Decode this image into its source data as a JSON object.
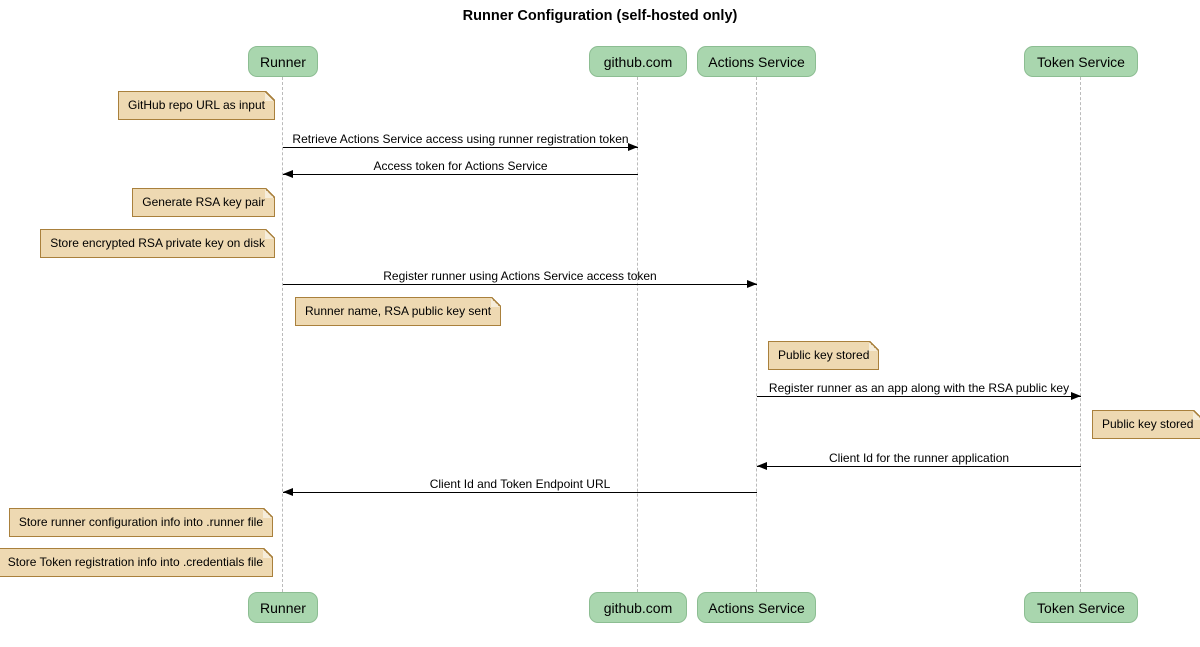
{
  "title": "Runner Configuration (self-hosted only)",
  "colors": {
    "actor_fill": "#A9D6AE",
    "actor_border": "#8CBD92",
    "note_fill": "#EED9B2",
    "note_border": "#A9803C",
    "lifeline": "#BBBBBB",
    "arrow": "#000000",
    "bg": "#FFFFFF"
  },
  "participants": [
    {
      "name": "Runner"
    },
    {
      "name": "github.com"
    },
    {
      "name": "Actions Service"
    },
    {
      "name": "Token Service"
    }
  ],
  "notes": [
    {
      "text": "GitHub repo URL as input",
      "anchor": "left of Runner"
    },
    {
      "text": "Generate RSA key pair",
      "anchor": "left of Runner"
    },
    {
      "text": "Store encrypted RSA private key on disk",
      "anchor": "left of Runner"
    },
    {
      "text": "Runner name, RSA public key sent",
      "anchor": "right of Runner"
    },
    {
      "text": "Public key stored",
      "anchor": "right of Actions Service"
    },
    {
      "text": "Public key stored",
      "anchor": "right of Token Service"
    },
    {
      "text": "Store runner configuration info into .runner file",
      "anchor": "left of Runner"
    },
    {
      "text": "Store Token registration info into .credentials file",
      "anchor": "left of Runner"
    }
  ],
  "messages": [
    {
      "label": "Retrieve Actions Service access using runner registration token",
      "from": "Runner",
      "to": "github.com"
    },
    {
      "label": "Access token for Actions Service",
      "from": "github.com",
      "to": "Runner"
    },
    {
      "label": "Register runner using Actions Service access token",
      "from": "Runner",
      "to": "Actions Service"
    },
    {
      "label": "Register runner as an app along with the RSA public key",
      "from": "Actions Service",
      "to": "Token Service"
    },
    {
      "label": "Client Id for the runner application",
      "from": "Token Service",
      "to": "Actions Service"
    },
    {
      "label": "Client Id and Token Endpoint URL",
      "from": "Actions Service",
      "to": "Runner"
    }
  ]
}
